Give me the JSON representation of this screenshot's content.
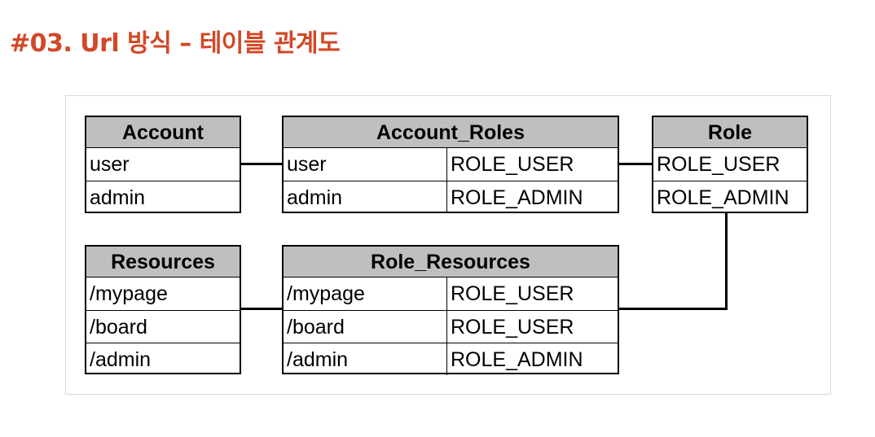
{
  "title": "#03. Url 방식 – 테이블 관계도",
  "colors": {
    "title": "#d24726",
    "header_fill": "#bfbfbf"
  },
  "tables": {
    "account": {
      "name": "Account",
      "rows": [
        "user",
        "admin"
      ]
    },
    "account_roles": {
      "name": "Account_Roles",
      "rows": [
        {
          "account": "user",
          "role": "ROLE_USER"
        },
        {
          "account": "admin",
          "role": "ROLE_ADMIN"
        }
      ]
    },
    "role": {
      "name": "Role",
      "rows": [
        "ROLE_USER",
        "ROLE_ADMIN"
      ]
    },
    "resources": {
      "name": "Resources",
      "rows": [
        "/mypage",
        "/board",
        "/admin"
      ]
    },
    "role_resources": {
      "name": "Role_Resources",
      "rows": [
        {
          "resource": "/mypage",
          "role": "ROLE_USER"
        },
        {
          "resource": "/board",
          "role": "ROLE_USER"
        },
        {
          "resource": "/admin",
          "role": "ROLE_ADMIN"
        }
      ]
    }
  }
}
